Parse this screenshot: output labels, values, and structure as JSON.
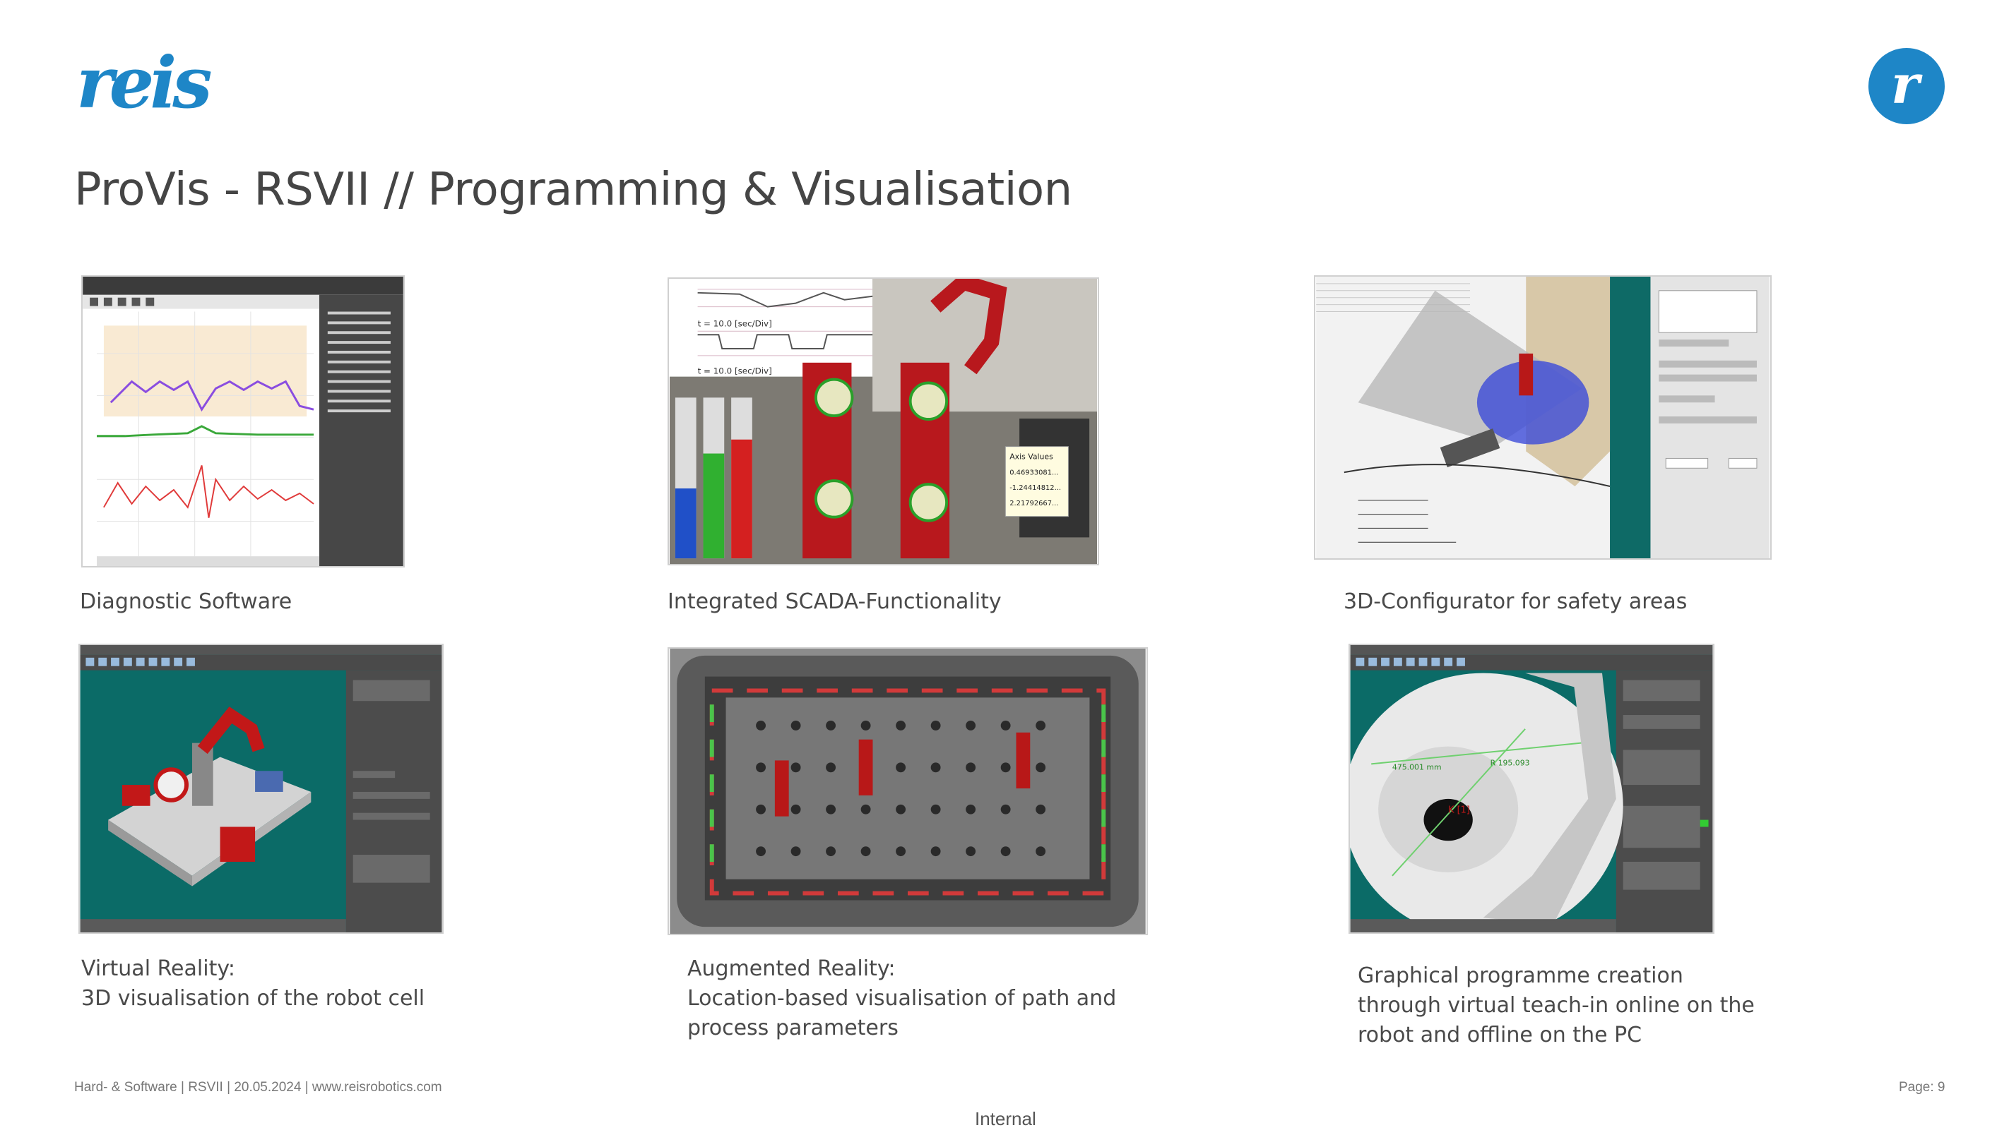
{
  "slide": {
    "title": "ProVis - RSVII // Programming & Visualisation"
  },
  "brand": {
    "logo_text": "reis",
    "logo_color": "#1e86c7",
    "badge_letter": "r",
    "badge_color": "#1e86c7"
  },
  "panels": [
    {
      "caption_lines": [
        "Diagnostic Software"
      ]
    },
    {
      "caption_lines": [
        "Integrated SCADA-Functionality"
      ]
    },
    {
      "caption_lines": [
        "3D-Configurator for safety areas"
      ]
    },
    {
      "caption_lines": [
        "Virtual Reality:",
        "3D visualisation of the robot cell"
      ]
    },
    {
      "caption_lines": [
        "Augmented Reality:",
        "Location-based visualisation of path and",
        "process parameters"
      ]
    },
    {
      "caption_lines": [
        "Graphical programme creation",
        "through virtual teach-in online on the",
        "robot and offline on the PC"
      ]
    }
  ],
  "thumb_text": {
    "scada_chart1_t": "t = 10.0 [sec/Div]",
    "scada_chart2_t": "t = 10.0 [sec/Div]",
    "scada_axis_title": "Axis Values",
    "scada_axis_v1": "0.46933081...",
    "scada_axis_v2": "-1.24414812...",
    "scada_axis_v3": "2.21792667...",
    "teach_dim1": "475.001 mm",
    "teach_dim2": "R 195.093",
    "teach_label": "K [1]"
  },
  "footer": {
    "left": "Hard- & Software | RSVII | 20.05.2024 | www.reisrobotics.com",
    "right": "Page: 9",
    "classification": "Internal"
  }
}
